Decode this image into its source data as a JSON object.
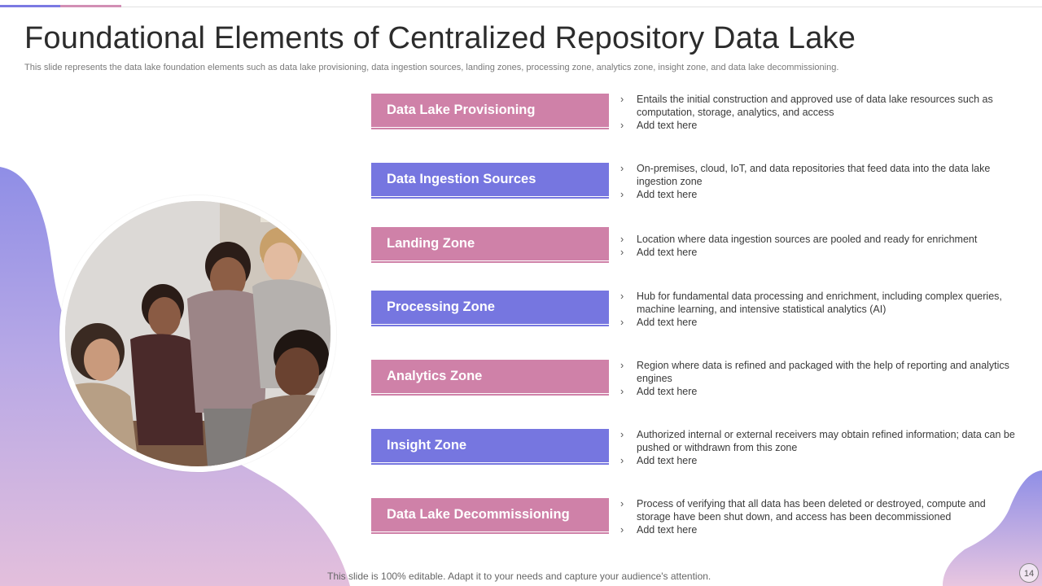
{
  "title": "Foundational Elements of Centralized Repository Data Lake",
  "subtitle": "This slide represents the data lake foundation elements such as data lake provisioning, data ingestion sources, landing zones, processing zone, analytics zone, insight zone, and data lake decommissioning.",
  "bullet_glyph": "›",
  "items": [
    {
      "label": "Data Lake Provisioning",
      "color": "pink",
      "lines": [
        "Entails the initial construction and approved  use of data lake resources such as computation, storage, analytics, and access",
        "Add text here"
      ]
    },
    {
      "label": "Data Ingestion Sources",
      "color": "blue",
      "lines": [
        "On-premises, cloud, IoT, and data repositories that feed data into the data lake ingestion zone",
        "Add text here"
      ]
    },
    {
      "label": "Landing Zone",
      "color": "pink",
      "lines": [
        "Location where data ingestion sources are pooled and ready for enrichment",
        "Add text here"
      ]
    },
    {
      "label": "Processing Zone",
      "color": "blue",
      "lines": [
        "Hub for fundamental  data processing and enrichment, including complex queries, machine learning, and intensive statistical analytics (AI)",
        "Add text here"
      ]
    },
    {
      "label": "Analytics Zone",
      "color": "pink",
      "lines": [
        "Region where data is refined and packaged with the help of reporting and analytics engines",
        "Add text here"
      ]
    },
    {
      "label": "Insight Zone",
      "color": "blue",
      "lines": [
        "Authorized internal or external receivers  may obtain refined information; data can be pushed or withdrawn from this zone",
        "Add text here"
      ]
    },
    {
      "label": "Data Lake Decommissioning",
      "color": "pink",
      "lines": [
        "Process of verifying that all data has been deleted or destroyed, compute and storage have been shut down, and access has been decommissioned",
        "Add text here"
      ]
    }
  ],
  "footer": "This slide is 100% editable. Adapt it to your needs and capture your audience's attention.",
  "page_number": "14",
  "colors": {
    "pink": "#cf81a8",
    "blue": "#7676e0"
  }
}
